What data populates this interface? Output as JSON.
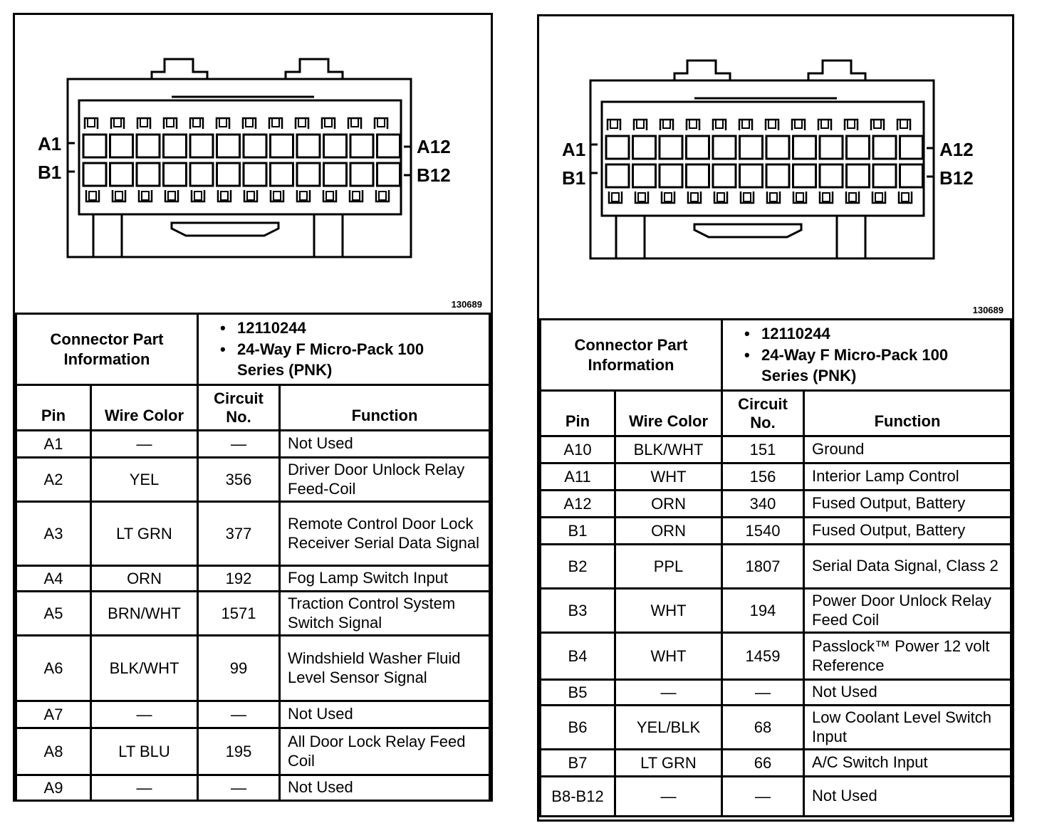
{
  "figure_number": "130689",
  "pin_labels": {
    "a1": "A1",
    "b1": "B1",
    "a12": "A12",
    "b12": "B12"
  },
  "info": {
    "label": "Connector Part Information",
    "part_number": "12110244",
    "description": "24-Way F Micro-Pack 100 Series (PNK)"
  },
  "headers": {
    "pin": "Pin",
    "wire_color": "Wire Color",
    "circuit": "Circuit No.",
    "function": "Function"
  },
  "left_rows": [
    {
      "pin": "A1",
      "wire": "—",
      "circuit": "—",
      "function": "Not Used"
    },
    {
      "pin": "A2",
      "wire": "YEL",
      "circuit": "356",
      "function": "Driver Door Unlock Relay Feed-Coil"
    },
    {
      "pin": "A3",
      "wire": "LT GRN",
      "circuit": "377",
      "function": "Remote Control Door Lock Receiver Serial Data Signal"
    },
    {
      "pin": "A4",
      "wire": "ORN",
      "circuit": "192",
      "function": "Fog Lamp Switch Input"
    },
    {
      "pin": "A5",
      "wire": "BRN/WHT",
      "circuit": "1571",
      "function": "Traction Control System Switch Signal"
    },
    {
      "pin": "A6",
      "wire": "BLK/WHT",
      "circuit": "99",
      "function": "Windshield Washer Fluid Level Sensor Signal"
    },
    {
      "pin": "A7",
      "wire": "—",
      "circuit": "—",
      "function": "Not Used"
    },
    {
      "pin": "A8",
      "wire": "LT BLU",
      "circuit": "195",
      "function": "All Door Lock Relay Feed Coil"
    },
    {
      "pin": "A9",
      "wire": "—",
      "circuit": "—",
      "function": "Not Used"
    }
  ],
  "right_rows": [
    {
      "pin": "A10",
      "wire": "BLK/WHT",
      "circuit": "151",
      "function": "Ground"
    },
    {
      "pin": "A11",
      "wire": "WHT",
      "circuit": "156",
      "function": "Interior Lamp Control"
    },
    {
      "pin": "A12",
      "wire": "ORN",
      "circuit": "340",
      "function": "Fused Output, Battery"
    },
    {
      "pin": "B1",
      "wire": "ORN",
      "circuit": "1540",
      "function": "Fused Output, Battery"
    },
    {
      "pin": "B2",
      "wire": "PPL",
      "circuit": "1807",
      "function": "Serial Data Signal, Class 2"
    },
    {
      "pin": "B3",
      "wire": "WHT",
      "circuit": "194",
      "function": "Power Door Unlock Relay Feed Coil"
    },
    {
      "pin": "B4",
      "wire": "WHT",
      "circuit": "1459",
      "function": "Passlock™ Power 12 volt Reference"
    },
    {
      "pin": "B5",
      "wire": "—",
      "circuit": "—",
      "function": "Not Used"
    },
    {
      "pin": "B6",
      "wire": "YEL/BLK",
      "circuit": "68",
      "function": "Low Coolant Level Switch Input"
    },
    {
      "pin": "B7",
      "wire": "LT GRN",
      "circuit": "66",
      "function": "A/C Switch Input"
    },
    {
      "pin": "B8-B12",
      "wire": "—",
      "circuit": "—",
      "function": "Not Used"
    }
  ]
}
